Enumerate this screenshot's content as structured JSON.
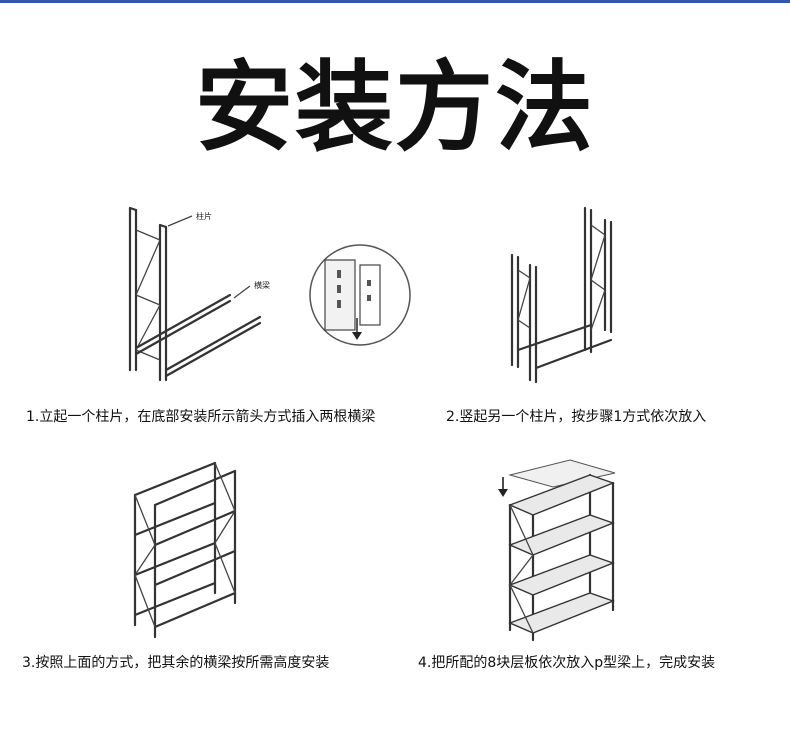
{
  "title": "安装方法",
  "colors": {
    "top_bar": "#2c5aa8",
    "text": "#111111",
    "line": "#333333"
  },
  "steps": [
    {
      "caption": "1.立起一个柱片，在底部安装所示箭头方式插入两根横梁",
      "labels": {
        "upright": "柱片",
        "beam": "横梁"
      }
    },
    {
      "caption": "2.竖起另一个柱片，按步骤1方式依次放入"
    },
    {
      "caption": "3.按照上面的方式，把其余的横梁按所需高度安装"
    },
    {
      "caption": "4.把所配的8块层板依次放入p型梁上，完成安装"
    }
  ]
}
